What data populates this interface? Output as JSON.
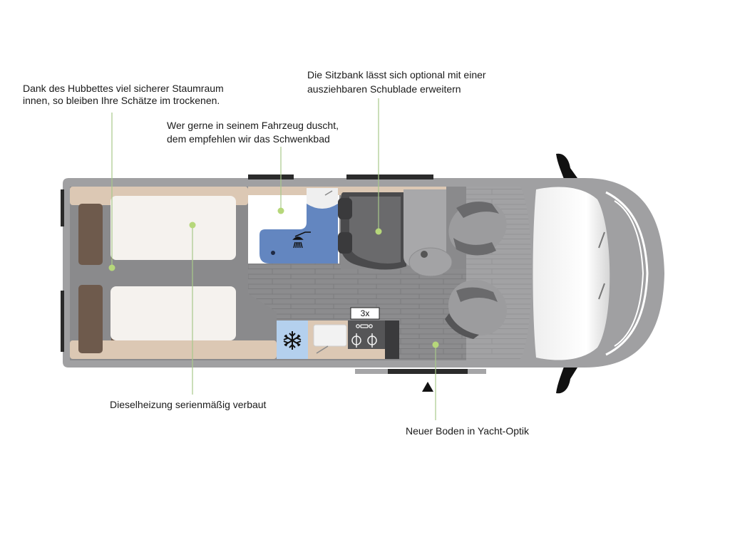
{
  "annotations": {
    "storage": {
      "lines": [
        "Dank des Hubbettes viel sicherer Staumraum",
        "innen, so bleiben Ihre Schätze im trockenen."
      ]
    },
    "shower": {
      "lines": [
        "Wer gerne in seinem Fahrzeug duscht,",
        "dem empfehlen wir das Schwenkbad"
      ]
    },
    "bench": {
      "lines": [
        "Die Sitzbank lässt sich optional mit einer",
        "ausziehbaren Schublade erweitern"
      ]
    },
    "heating": {
      "lines": [
        "Dieselheizung serienmäßig verbaut"
      ]
    },
    "floor": {
      "lines": [
        "Neuer Boden in Yacht-Optik"
      ]
    }
  },
  "stove": {
    "burner_count_label": "3x"
  },
  "colors": {
    "body": "#a0a0a2",
    "interior": "#8a8a8c",
    "wood": "#dcc8b4",
    "mattress": "#f5f2ee",
    "brown": "#6e5a4c",
    "shower": "#6386c0",
    "fridge": "#b4d0ee",
    "leader": "#a8c98a",
    "dot": "#b6d77a"
  },
  "icons": {
    "shower": "shower-head-icon",
    "fridge": "snowflake-icon",
    "entrance": "entrance-arrow-icon"
  }
}
